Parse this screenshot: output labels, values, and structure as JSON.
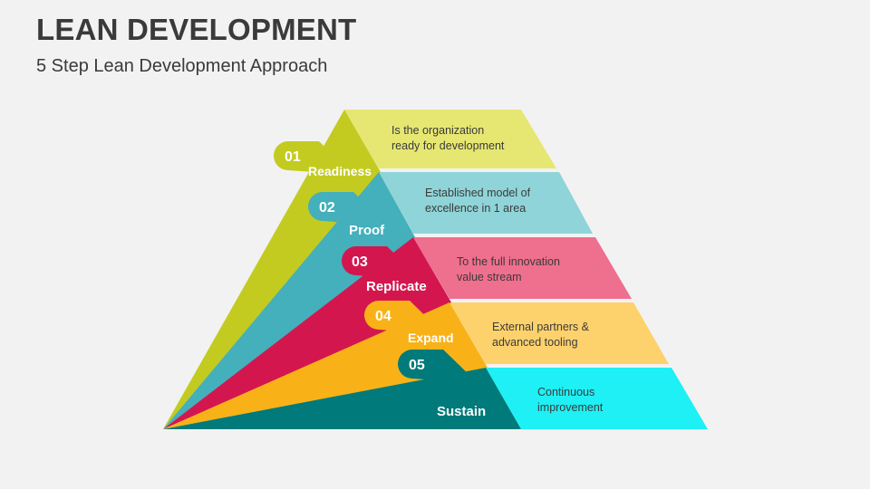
{
  "header": {
    "title": "LEAN DEVELOPMENT",
    "subtitle": "5 Step Lean Development Approach"
  },
  "steps": [
    {
      "number": "01",
      "label": "Readiness",
      "description": [
        "Is the organization",
        "ready for development"
      ],
      "color": "#c3cb20",
      "light_color": "#e6e772"
    },
    {
      "number": "02",
      "label": "Proof",
      "description": [
        "Established model of",
        "excellence in 1 area"
      ],
      "color": "#43b0bb",
      "light_color": "#8fd4d8"
    },
    {
      "number": "03",
      "label": "Replicate",
      "description": [
        "To the full innovation",
        "value stream"
      ],
      "color": "#d4164f",
      "light_color": "#ef6f8e"
    },
    {
      "number": "04",
      "label": "Expand",
      "description": [
        "External partners &",
        "advanced tooling"
      ],
      "color": "#f8b218",
      "light_color": "#fdd26d"
    },
    {
      "number": "05",
      "label": "Sustain",
      "description": [
        "Continuous",
        "improvement"
      ],
      "color": "#007a7a",
      "light_color": "#1ef0f5"
    }
  ]
}
